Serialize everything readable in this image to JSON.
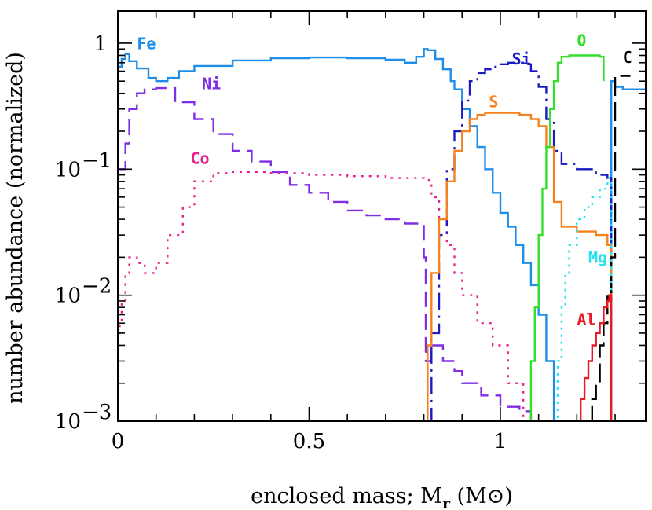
{
  "chart_data": {
    "type": "line",
    "xlabel": "enclosed mass; M",
    "xlabel_sub": "r",
    "xlabel_unit_open": " (M",
    "xlabel_unit_sym": "⊙",
    "xlabel_unit_close": ")",
    "ylabel": "number abundance (normalized)",
    "xlim": [
      0,
      1.38
    ],
    "ylim": [
      0.001,
      1.8
    ],
    "y_scale": "log",
    "grid": false,
    "x_ticks": [
      {
        "value": 0,
        "label": "0"
      },
      {
        "value": 0.5,
        "label": "0.5"
      },
      {
        "value": 1,
        "label": "1"
      }
    ],
    "y_ticks": [
      {
        "value": 1,
        "base": "1",
        "exp": ""
      },
      {
        "value": 0.1,
        "base": "10",
        "exp": "−1"
      },
      {
        "value": 0.01,
        "base": "10",
        "exp": "−2"
      },
      {
        "value": 0.001,
        "base": "10",
        "exp": "−3"
      }
    ],
    "series": [
      {
        "name": "Fe",
        "color": "#1f8ee8",
        "dash": "",
        "label_pos": [
          0.05,
          0.9
        ],
        "x": [
          0,
          0.01,
          0.02,
          0.03,
          0.05,
          0.08,
          0.1,
          0.13,
          0.16,
          0.2,
          0.3,
          0.4,
          0.5,
          0.6,
          0.7,
          0.75,
          0.78,
          0.8,
          0.81,
          0.83,
          0.85,
          0.87,
          0.88,
          0.9,
          0.92,
          0.94,
          0.96,
          0.98,
          1.0,
          1.02,
          1.04,
          1.06,
          1.08,
          1.1,
          1.12,
          1.14,
          1.16,
          1.2,
          1.25,
          1.28,
          1.29,
          1.3,
          1.32,
          1.36,
          1.38
        ],
        "y": [
          0.65,
          0.75,
          0.82,
          0.72,
          0.63,
          0.53,
          0.5,
          0.53,
          0.6,
          0.66,
          0.73,
          0.76,
          0.77,
          0.76,
          0.74,
          0.7,
          0.78,
          0.9,
          0.88,
          0.75,
          0.62,
          0.5,
          0.43,
          0.3,
          0.22,
          0.15,
          0.1,
          0.065,
          0.045,
          0.035,
          0.025,
          0.018,
          0.012,
          0.007,
          0.003,
          0.001,
          0.0,
          0.0,
          0.0,
          0.0,
          0.5,
          0.45,
          0.43,
          0.43,
          0.42
        ]
      },
      {
        "name": "Ni",
        "color": "#7f2ee6",
        "dash": "20,9",
        "label_pos": [
          0.22,
          0.43
        ],
        "x": [
          0,
          0.005,
          0.02,
          0.03,
          0.05,
          0.07,
          0.1,
          0.15,
          0.2,
          0.25,
          0.3,
          0.35,
          0.4,
          0.45,
          0.5,
          0.55,
          0.6,
          0.65,
          0.7,
          0.75,
          0.79,
          0.8,
          0.805,
          0.82,
          0.85,
          0.88,
          0.9,
          0.95,
          1.0,
          1.05,
          1.08,
          1.1
        ],
        "y": [
          0.1,
          0.1,
          0.16,
          0.3,
          0.4,
          0.43,
          0.44,
          0.34,
          0.25,
          0.19,
          0.14,
          0.115,
          0.095,
          0.075,
          0.065,
          0.055,
          0.047,
          0.043,
          0.04,
          0.037,
          0.037,
          0.02,
          0.003,
          0.004,
          0.003,
          0.0025,
          0.002,
          0.0016,
          0.0013,
          0.0012,
          0.001,
          0.0
        ]
      },
      {
        "name": "Co",
        "color": "#e8218f",
        "dash": "3,7",
        "label_pos": [
          0.19,
          0.11
        ],
        "x": [
          0,
          0.005,
          0.01,
          0.02,
          0.03,
          0.05,
          0.07,
          0.1,
          0.13,
          0.17,
          0.2,
          0.25,
          0.3,
          0.4,
          0.5,
          0.6,
          0.7,
          0.75,
          0.8,
          0.82,
          0.84,
          0.86,
          0.88,
          0.9,
          0.94,
          0.98,
          1.02,
          1.06
        ],
        "y": [
          0.005,
          0.006,
          0.009,
          0.015,
          0.02,
          0.018,
          0.015,
          0.018,
          0.03,
          0.05,
          0.08,
          0.093,
          0.095,
          0.093,
          0.09,
          0.088,
          0.085,
          0.085,
          0.082,
          0.06,
          0.04,
          0.025,
          0.015,
          0.01,
          0.006,
          0.004,
          0.002,
          0.001
        ]
      },
      {
        "name": "Si",
        "color": "#1c1ac0",
        "dash": "22,7,3,7",
        "label_pos": [
          1.03,
          0.68
        ],
        "x": [
          0.81,
          0.82,
          0.84,
          0.86,
          0.88,
          0.9,
          0.92,
          0.94,
          0.96,
          0.98,
          1.0,
          1.02,
          1.04,
          1.06,
          1.08,
          1.1,
          1.12,
          1.14,
          1.16,
          1.2,
          1.25,
          1.28,
          1.29
        ],
        "y": [
          0.001,
          0.005,
          0.03,
          0.1,
          0.2,
          0.35,
          0.5,
          0.58,
          0.62,
          0.65,
          0.68,
          0.7,
          0.7,
          0.68,
          0.6,
          0.45,
          0.25,
          0.14,
          0.11,
          0.1,
          0.09,
          0.085,
          0.001
        ]
      },
      {
        "name": "S",
        "color": "#f5811f",
        "dash": "",
        "label_pos": [
          0.97,
          0.31
        ],
        "x": [
          0.805,
          0.81,
          0.82,
          0.84,
          0.86,
          0.88,
          0.9,
          0.92,
          0.94,
          0.96,
          1.0,
          1.05,
          1.08,
          1.1,
          1.12,
          1.14,
          1.16,
          1.2,
          1.25,
          1.28,
          1.29
        ],
        "y": [
          0.001,
          0.004,
          0.015,
          0.04,
          0.08,
          0.14,
          0.2,
          0.25,
          0.27,
          0.28,
          0.28,
          0.27,
          0.25,
          0.22,
          0.15,
          0.055,
          0.035,
          0.032,
          0.03,
          0.025,
          0.001
        ]
      },
      {
        "name": "O",
        "color": "#32e02c",
        "dash": "",
        "label_pos": [
          1.2,
          0.95
        ],
        "x": [
          1.07,
          1.08,
          1.09,
          1.1,
          1.11,
          1.12,
          1.13,
          1.14,
          1.15,
          1.16,
          1.18,
          1.2,
          1.22,
          1.24,
          1.26,
          1.27
        ],
        "y": [
          0.001,
          0.003,
          0.008,
          0.03,
          0.07,
          0.15,
          0.3,
          0.5,
          0.7,
          0.78,
          0.8,
          0.8,
          0.8,
          0.8,
          0.78,
          0.5
        ]
      },
      {
        "name": "C",
        "color": "#000000",
        "dash": "24,8",
        "label_pos": [
          1.32,
          0.7
        ],
        "x": [
          1.23,
          1.24,
          1.25,
          1.26,
          1.27,
          1.28,
          1.29,
          1.3,
          1.32,
          1.34
        ],
        "y": [
          0.001,
          0.0015,
          0.002,
          0.004,
          0.006,
          0.01,
          0.02,
          0.55,
          0.55,
          0.55
        ]
      },
      {
        "name": "Mg",
        "color": "#27e0f0",
        "dash": "3,6",
        "label_pos": [
          1.23,
          0.018
        ],
        "x": [
          1.14,
          1.15,
          1.16,
          1.17,
          1.18,
          1.2,
          1.22,
          1.24,
          1.26,
          1.28,
          1.29
        ],
        "y": [
          0.001,
          0.003,
          0.008,
          0.015,
          0.025,
          0.04,
          0.05,
          0.06,
          0.07,
          0.085,
          0.001
        ]
      },
      {
        "name": "Al",
        "color": "#e81b23",
        "dash": "",
        "label_pos": [
          1.2,
          0.0058
        ],
        "x": [
          1.2,
          1.21,
          1.22,
          1.23,
          1.24,
          1.25,
          1.26,
          1.27,
          1.28,
          1.285,
          1.29
        ],
        "y": [
          0.001,
          0.0015,
          0.0022,
          0.003,
          0.004,
          0.005,
          0.006,
          0.008,
          0.009,
          0.01,
          0.001
        ]
      }
    ]
  }
}
